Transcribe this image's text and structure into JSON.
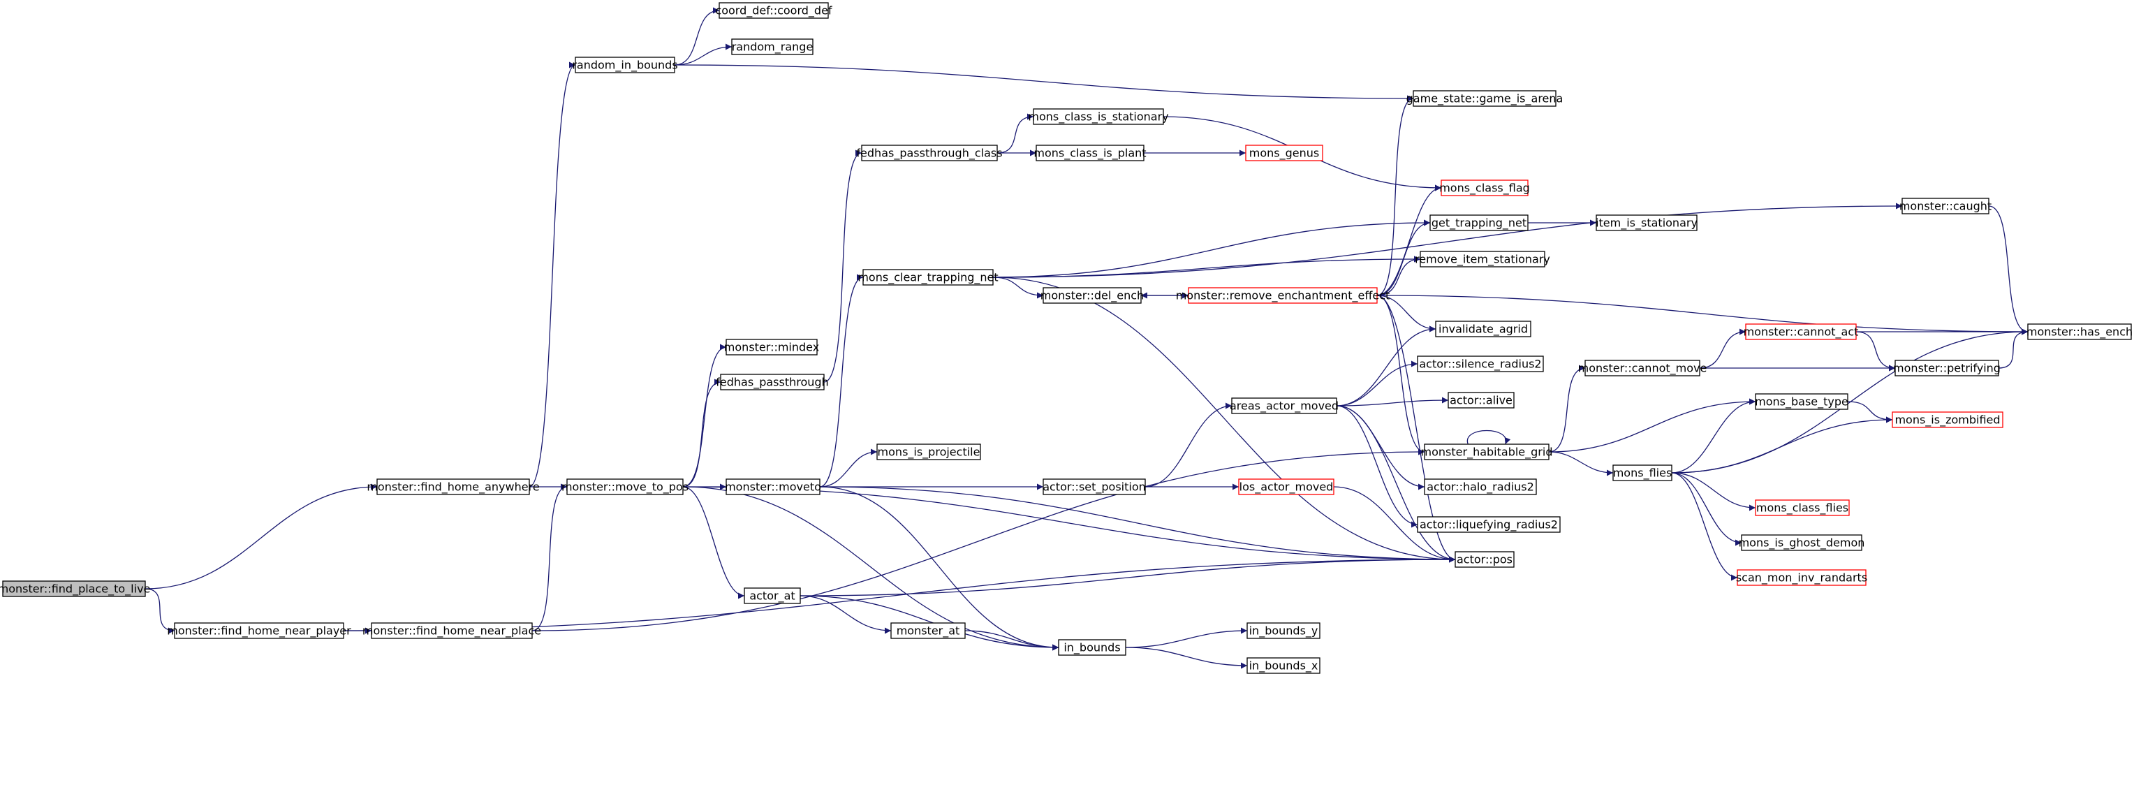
{
  "colors": {
    "edge": "#191970",
    "border_normal": "#000000",
    "border_truncated": "#ff0000",
    "root_fill": "#bfbfbf",
    "node_fill": "#ffffff"
  },
  "nodes": [
    {
      "id": "find_place_to_live",
      "label": "monster::find_place_to_live",
      "kind": "root"
    },
    {
      "id": "find_home_anywhere",
      "label": "monster::find_home_anywhere",
      "kind": "normal"
    },
    {
      "id": "find_home_near_player",
      "label": "monster::find_home_near_player",
      "kind": "normal"
    },
    {
      "id": "find_home_near_place",
      "label": "monster::find_home_near_place",
      "kind": "normal"
    },
    {
      "id": "random_in_bounds",
      "label": "random_in_bounds",
      "kind": "normal"
    },
    {
      "id": "coord_def",
      "label": "coord_def::coord_def",
      "kind": "normal"
    },
    {
      "id": "random_range",
      "label": "random_range",
      "kind": "normal"
    },
    {
      "id": "move_to_pos",
      "label": "monster::move_to_pos",
      "kind": "normal"
    },
    {
      "id": "mindex",
      "label": "monster::mindex",
      "kind": "normal"
    },
    {
      "id": "fedhas_passthrough",
      "label": "fedhas_passthrough",
      "kind": "normal"
    },
    {
      "id": "moveto",
      "label": "monster::moveto",
      "kind": "normal"
    },
    {
      "id": "actor_at",
      "label": "actor_at",
      "kind": "normal"
    },
    {
      "id": "fedhas_passthrough_class",
      "label": "fedhas_passthrough_class",
      "kind": "normal"
    },
    {
      "id": "mons_clear_trapping_net",
      "label": "mons_clear_trapping_net",
      "kind": "normal"
    },
    {
      "id": "mons_is_projectile",
      "label": "mons_is_projectile",
      "kind": "normal"
    },
    {
      "id": "monster_at",
      "label": "monster_at",
      "kind": "normal"
    },
    {
      "id": "mons_class_is_stationary",
      "label": "mons_class_is_stationary",
      "kind": "normal"
    },
    {
      "id": "mons_class_is_plant",
      "label": "mons_class_is_plant",
      "kind": "normal"
    },
    {
      "id": "del_ench",
      "label": "monster::del_ench",
      "kind": "normal"
    },
    {
      "id": "set_position",
      "label": "actor::set_position",
      "kind": "normal"
    },
    {
      "id": "in_bounds",
      "label": "in_bounds",
      "kind": "normal"
    },
    {
      "id": "mons_genus",
      "label": "mons_genus",
      "kind": "truncated"
    },
    {
      "id": "remove_enchantment_effect",
      "label": "monster::remove_enchantment_effect",
      "kind": "truncated"
    },
    {
      "id": "areas_actor_moved",
      "label": "areas_actor_moved",
      "kind": "normal"
    },
    {
      "id": "los_actor_moved",
      "label": "los_actor_moved",
      "kind": "truncated"
    },
    {
      "id": "in_bounds_y",
      "label": "in_bounds_y",
      "kind": "normal"
    },
    {
      "id": "in_bounds_x",
      "label": "in_bounds_x",
      "kind": "normal"
    },
    {
      "id": "game_is_arena",
      "label": "game_state::game_is_arena",
      "kind": "normal"
    },
    {
      "id": "mons_class_flag",
      "label": "mons_class_flag",
      "kind": "truncated"
    },
    {
      "id": "get_trapping_net",
      "label": "get_trapping_net",
      "kind": "normal"
    },
    {
      "id": "remove_item_stationary",
      "label": "remove_item_stationary",
      "kind": "normal"
    },
    {
      "id": "invalidate_agrid",
      "label": "invalidate_agrid",
      "kind": "normal"
    },
    {
      "id": "silence_radius2",
      "label": "actor::silence_radius2",
      "kind": "normal"
    },
    {
      "id": "alive",
      "label": "actor::alive",
      "kind": "normal"
    },
    {
      "id": "monster_habitable_grid",
      "label": "monster_habitable_grid",
      "kind": "normal"
    },
    {
      "id": "halo_radius2",
      "label": "actor::halo_radius2",
      "kind": "normal"
    },
    {
      "id": "liquefying_radius2",
      "label": "actor::liquefying_radius2",
      "kind": "normal"
    },
    {
      "id": "actor_pos",
      "label": "actor::pos",
      "kind": "normal"
    },
    {
      "id": "item_is_stationary",
      "label": "item_is_stationary",
      "kind": "normal"
    },
    {
      "id": "cannot_move",
      "label": "monster::cannot_move",
      "kind": "normal"
    },
    {
      "id": "mons_flies",
      "label": "mons_flies",
      "kind": "normal"
    },
    {
      "id": "caught",
      "label": "monster::caught",
      "kind": "normal"
    },
    {
      "id": "cannot_act",
      "label": "monster::cannot_act",
      "kind": "truncated"
    },
    {
      "id": "mons_base_type",
      "label": "mons_base_type",
      "kind": "normal"
    },
    {
      "id": "mons_class_flies",
      "label": "mons_class_flies",
      "kind": "truncated"
    },
    {
      "id": "mons_is_ghost_demon",
      "label": "mons_is_ghost_demon",
      "kind": "normal"
    },
    {
      "id": "scan_mon_inv_randarts",
      "label": "scan_mon_inv_randarts",
      "kind": "truncated"
    },
    {
      "id": "petrifying",
      "label": "monster::petrifying",
      "kind": "normal"
    },
    {
      "id": "mons_is_zombified",
      "label": "mons_is_zombified",
      "kind": "truncated"
    },
    {
      "id": "has_ench",
      "label": "monster::has_ench",
      "kind": "normal"
    }
  ],
  "edges": [
    [
      "find_place_to_live",
      "find_home_anywhere"
    ],
    [
      "find_place_to_live",
      "find_home_near_player"
    ],
    [
      "find_home_anywhere",
      "random_in_bounds"
    ],
    [
      "find_home_anywhere",
      "move_to_pos"
    ],
    [
      "find_home_near_player",
      "find_home_near_place"
    ],
    [
      "find_home_near_player",
      "actor_pos"
    ],
    [
      "find_home_near_place",
      "move_to_pos"
    ],
    [
      "find_home_near_place",
      "monster_habitable_grid"
    ],
    [
      "random_in_bounds",
      "coord_def"
    ],
    [
      "random_in_bounds",
      "random_range"
    ],
    [
      "random_in_bounds",
      "game_is_arena"
    ],
    [
      "move_to_pos",
      "mindex"
    ],
    [
      "move_to_pos",
      "fedhas_passthrough"
    ],
    [
      "move_to_pos",
      "moveto"
    ],
    [
      "move_to_pos",
      "actor_at"
    ],
    [
      "move_to_pos",
      "in_bounds"
    ],
    [
      "move_to_pos",
      "actor_pos"
    ],
    [
      "fedhas_passthrough",
      "fedhas_passthrough_class"
    ],
    [
      "fedhas_passthrough_class",
      "mons_class_is_stationary"
    ],
    [
      "fedhas_passthrough_class",
      "mons_class_is_plant"
    ],
    [
      "mons_class_is_stationary",
      "mons_class_flag"
    ],
    [
      "mons_class_is_plant",
      "mons_genus"
    ],
    [
      "moveto",
      "mons_clear_trapping_net"
    ],
    [
      "moveto",
      "mons_is_projectile"
    ],
    [
      "moveto",
      "set_position"
    ],
    [
      "moveto",
      "in_bounds"
    ],
    [
      "moveto",
      "actor_pos"
    ],
    [
      "mons_clear_trapping_net",
      "caught"
    ],
    [
      "mons_clear_trapping_net",
      "get_trapping_net"
    ],
    [
      "mons_clear_trapping_net",
      "remove_item_stationary"
    ],
    [
      "mons_clear_trapping_net",
      "del_ench"
    ],
    [
      "mons_clear_trapping_net",
      "actor_pos"
    ],
    [
      "del_ench",
      "remove_enchantment_effect"
    ],
    [
      "remove_enchantment_effect",
      "del_ench"
    ],
    [
      "remove_enchantment_effect",
      "game_is_arena"
    ],
    [
      "remove_enchantment_effect",
      "mons_class_flag"
    ],
    [
      "remove_enchantment_effect",
      "get_trapping_net"
    ],
    [
      "remove_enchantment_effect",
      "remove_item_stationary"
    ],
    [
      "remove_enchantment_effect",
      "invalidate_agrid"
    ],
    [
      "remove_enchantment_effect",
      "monster_habitable_grid"
    ],
    [
      "remove_enchantment_effect",
      "actor_pos"
    ],
    [
      "remove_enchantment_effect",
      "has_ench"
    ],
    [
      "get_trapping_net",
      "item_is_stationary"
    ],
    [
      "set_position",
      "areas_actor_moved"
    ],
    [
      "set_position",
      "los_actor_moved"
    ],
    [
      "los_actor_moved",
      "actor_pos"
    ],
    [
      "areas_actor_moved",
      "invalidate_agrid"
    ],
    [
      "areas_actor_moved",
      "silence_radius2"
    ],
    [
      "areas_actor_moved",
      "alive"
    ],
    [
      "areas_actor_moved",
      "halo_radius2"
    ],
    [
      "areas_actor_moved",
      "liquefying_radius2"
    ],
    [
      "areas_actor_moved",
      "actor_pos"
    ],
    [
      "actor_at",
      "monster_at"
    ],
    [
      "actor_at",
      "in_bounds"
    ],
    [
      "actor_at",
      "actor_pos"
    ],
    [
      "monster_at",
      "in_bounds"
    ],
    [
      "in_bounds",
      "in_bounds_y"
    ],
    [
      "in_bounds",
      "in_bounds_x"
    ],
    [
      "monster_habitable_grid",
      "monster_habitable_grid"
    ],
    [
      "monster_habitable_grid",
      "cannot_move"
    ],
    [
      "monster_habitable_grid",
      "mons_base_type"
    ],
    [
      "monster_habitable_grid",
      "mons_flies"
    ],
    [
      "cannot_move",
      "cannot_act"
    ],
    [
      "cannot_move",
      "petrifying"
    ],
    [
      "cannot_act",
      "has_ench"
    ],
    [
      "cannot_act",
      "petrifying"
    ],
    [
      "petrifying",
      "has_ench"
    ],
    [
      "caught",
      "has_ench"
    ],
    [
      "mons_base_type",
      "mons_is_zombified"
    ],
    [
      "mons_flies",
      "mons_base_type"
    ],
    [
      "mons_flies",
      "mons_is_zombified"
    ],
    [
      "mons_flies",
      "has_ench"
    ],
    [
      "mons_flies",
      "mons_class_flies"
    ],
    [
      "mons_flies",
      "mons_is_ghost_demon"
    ],
    [
      "mons_flies",
      "scan_mon_inv_randarts"
    ]
  ]
}
